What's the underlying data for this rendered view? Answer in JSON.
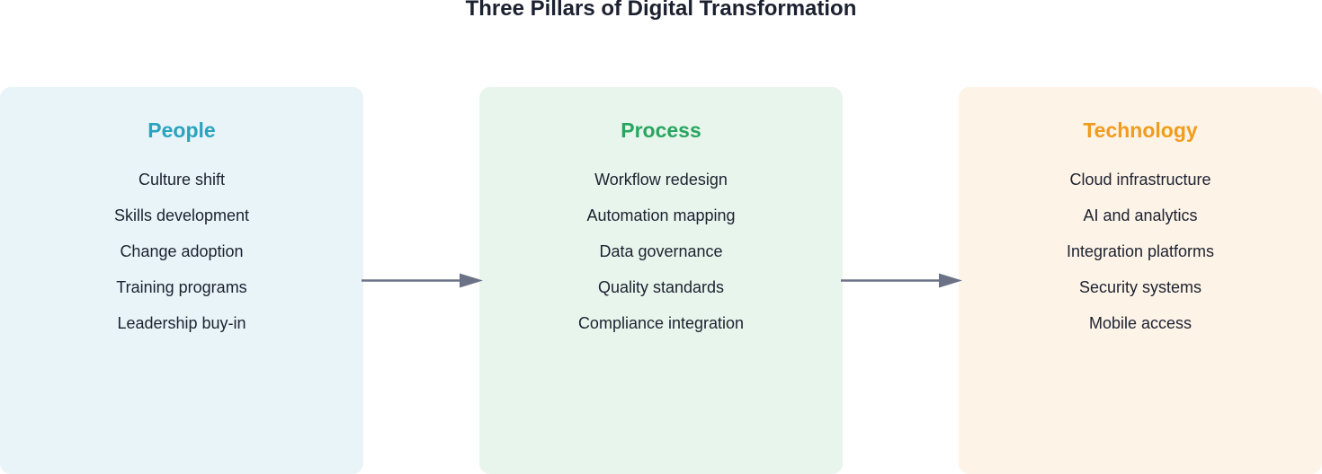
{
  "diagram": {
    "title": "Three Pillars of Digital Transformation",
    "pillars": [
      {
        "title": "People",
        "accent": "#2aa3bf",
        "background": "#e8f4f8",
        "items": [
          "Culture shift",
          "Skills development",
          "Change adoption",
          "Training programs",
          "Leadership buy-in"
        ]
      },
      {
        "title": "Process",
        "accent": "#27a660",
        "background": "#e8f5ec",
        "items": [
          "Workflow redesign",
          "Automation mapping",
          "Data governance",
          "Quality standards",
          "Compliance integration"
        ]
      },
      {
        "title": "Technology",
        "accent": "#f09c1c",
        "background": "#fdf3e7",
        "items": [
          "Cloud infrastructure",
          "AI and analytics",
          "Integration platforms",
          "Security systems",
          "Mobile access"
        ]
      }
    ],
    "connectors": [
      {
        "from": "People",
        "to": "Process"
      },
      {
        "from": "Process",
        "to": "Technology"
      }
    ],
    "arrow_color": "#6b7286"
  }
}
